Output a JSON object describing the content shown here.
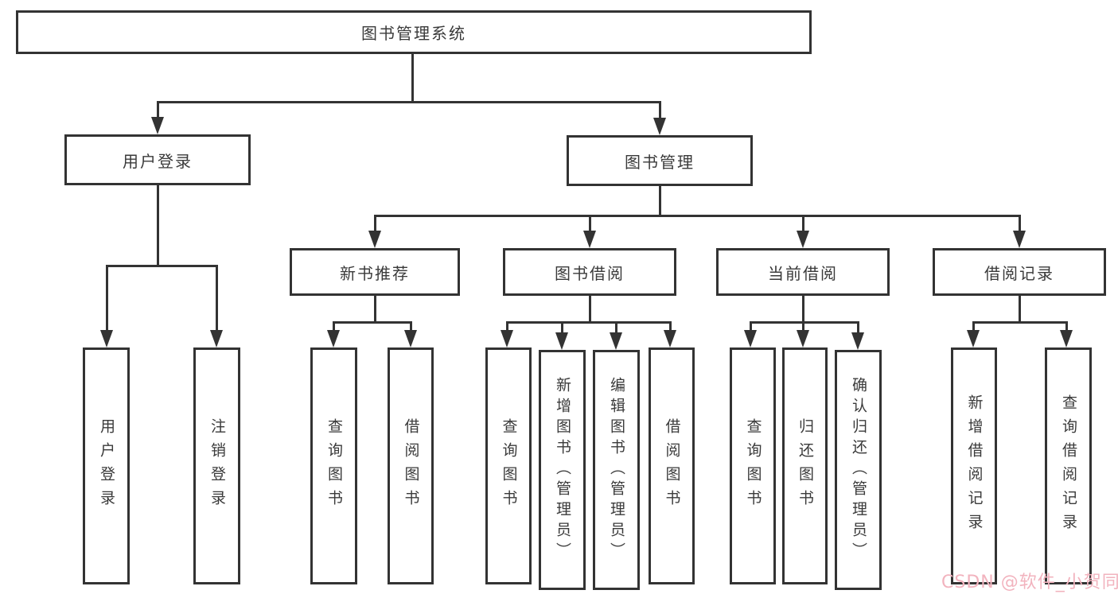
{
  "diagram_title": "图书管理系统",
  "colors": {
    "line": "#333333",
    "box_border": "#333333",
    "box_background": "#ffffff",
    "text": "#3a3a3a",
    "watermark": "#f2b3be"
  },
  "watermark": {
    "text": "CSDN @软件_小贺同学"
  },
  "tree": {
    "label": "图书管理系统",
    "children": [
      {
        "label": "用户登录",
        "children": [
          {
            "label": "用户登录"
          },
          {
            "label": "注销登录"
          }
        ]
      },
      {
        "label": "图书管理",
        "children": [
          {
            "label": "新书推荐",
            "children": [
              {
                "label": "查询图书"
              },
              {
                "label": "借阅图书"
              }
            ]
          },
          {
            "label": "图书借阅",
            "children": [
              {
                "label": "查询图书"
              },
              {
                "label": "新增图书（管理员）"
              },
              {
                "label": "编辑图书（管理员）"
              },
              {
                "label": "借阅图书"
              }
            ]
          },
          {
            "label": "当前借阅",
            "children": [
              {
                "label": "查询图书"
              },
              {
                "label": "归还图书"
              },
              {
                "label": "确认归还（管理员）"
              }
            ]
          },
          {
            "label": "借阅记录",
            "children": [
              {
                "label": "新增借阅记录"
              },
              {
                "label": "查询借阅记录"
              }
            ]
          }
        ]
      }
    ]
  }
}
